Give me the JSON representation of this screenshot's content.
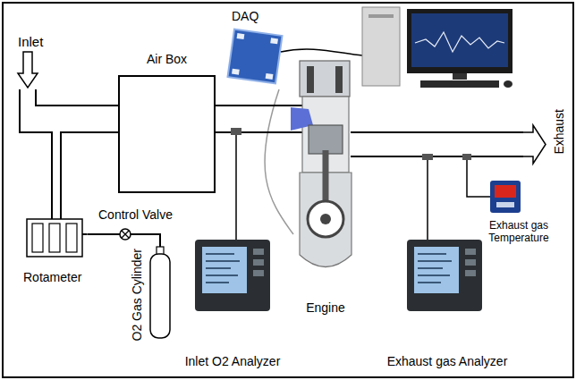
{
  "diagram": {
    "nodes": [
      {
        "text": [
          "DAQ"
        ]
      },
      {
        "text": [
          "Air Box"
        ]
      },
      {
        "text": [
          "Engine"
        ]
      },
      {
        "text": [
          "Rotameter"
        ]
      },
      {
        "text": [
          "O2 Gas Cylinder"
        ]
      },
      {
        "text": [
          "Inlet O2 Analyzer"
        ]
      },
      {
        "text": [
          "Exhaust gas Analyzer"
        ]
      },
      {
        "text": [
          "Exhaust gas Temperature"
        ]
      }
    ],
    "edges": [
      {
        "from": 3,
        "to": 4,
        "arrow": "none"
      },
      {
        "from": 0,
        "to": 2,
        "arrow": "none"
      }
    ],
    "labels": [
      "Inlet",
      "Control Valve",
      "Exhaust"
    ]
  }
}
